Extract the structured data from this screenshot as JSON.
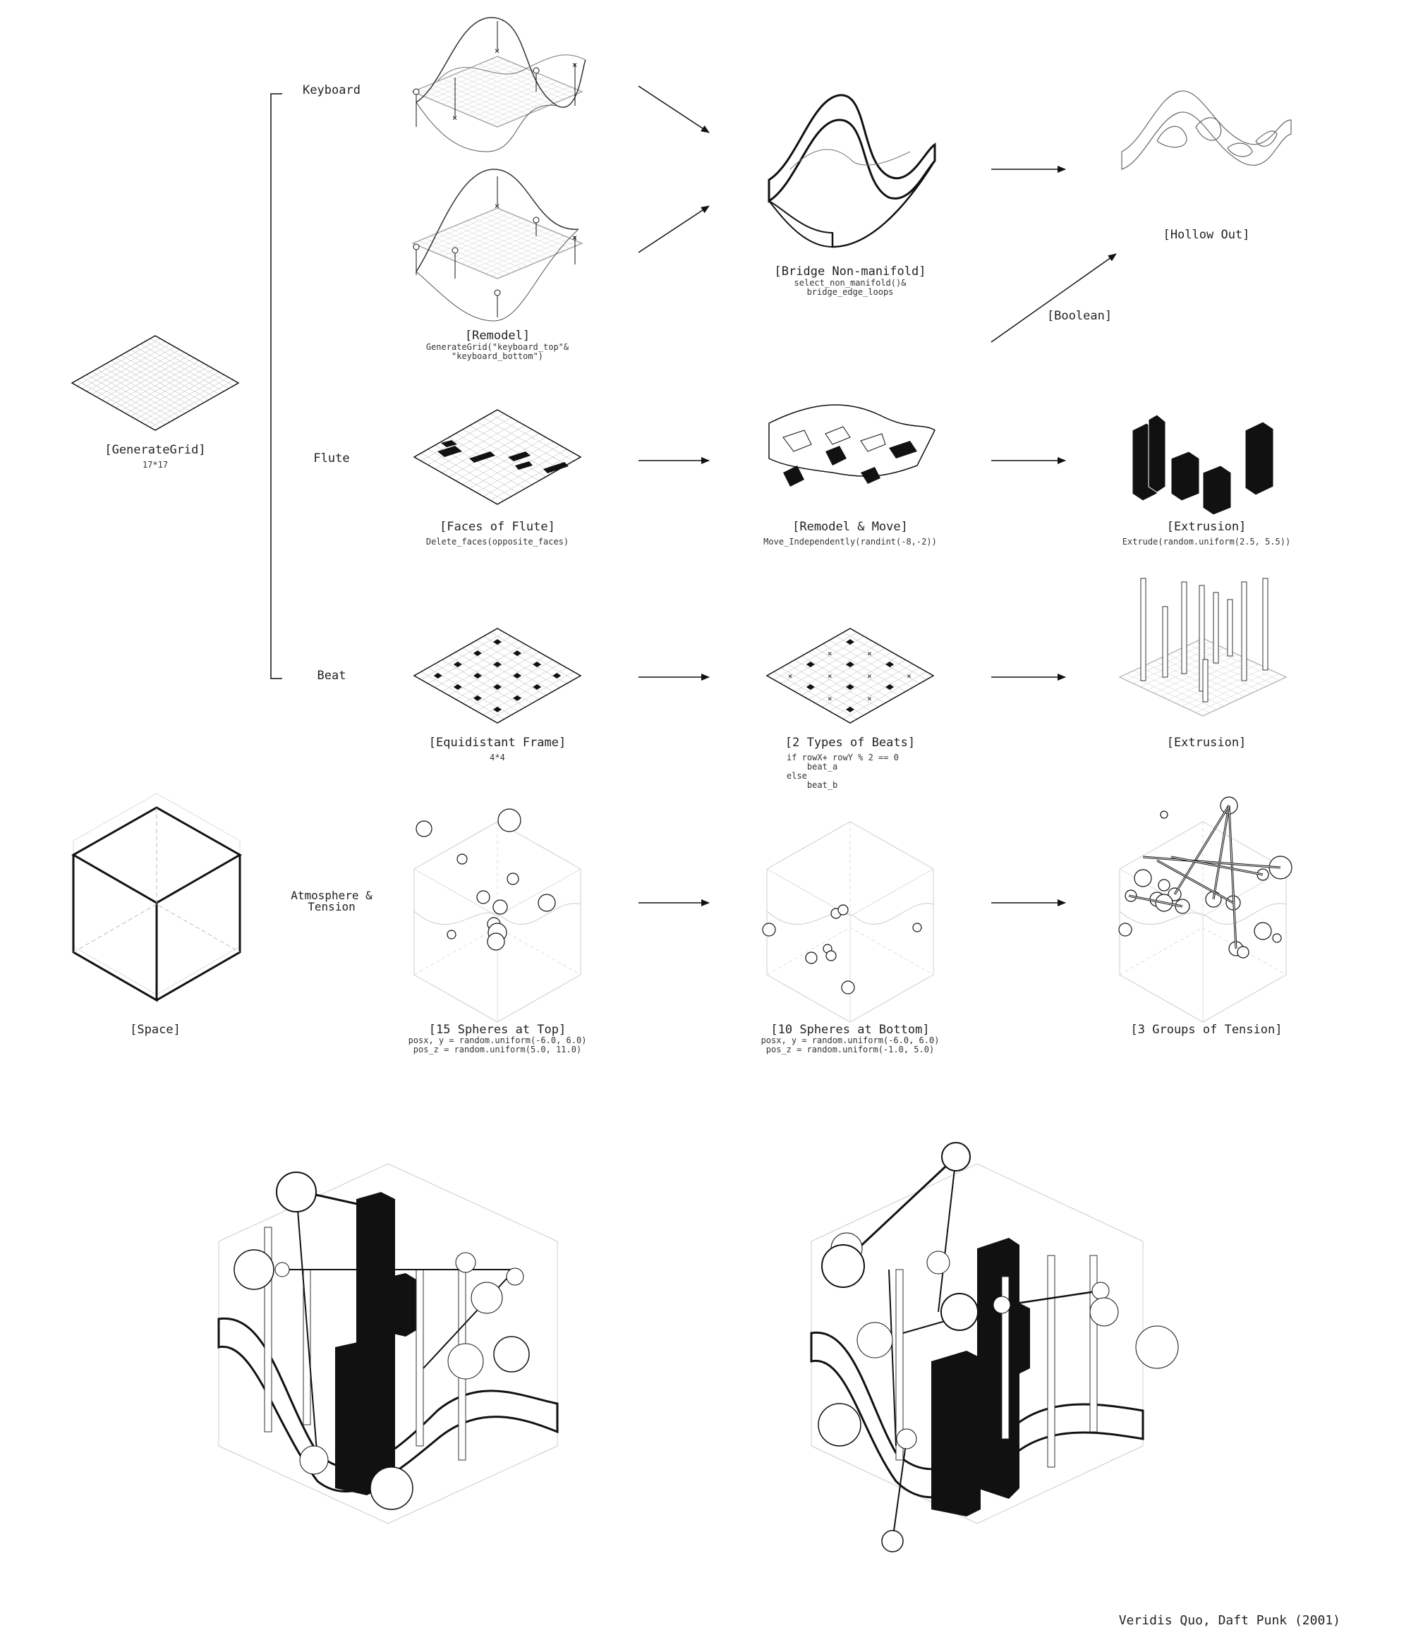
{
  "rows": {
    "keyboard": "Keyboard",
    "flute": "Flute",
    "beat": "Beat",
    "atmosphere": "Atmosphere &\nTension"
  },
  "steps": {
    "generate_grid": {
      "title": "[GenerateGrid]",
      "code": "17*17"
    },
    "remodel": {
      "title": "[Remodel]",
      "code": "GenerateGrid(\"keyboard_top\"&\n\"keyboard_bottom\")"
    },
    "bridge": {
      "title": "[Bridge Non-manifold]",
      "code": "select_non_manifold()&\nbridge_edge_loops"
    },
    "hollow": {
      "title": "[Hollow Out]"
    },
    "boolean": {
      "title": "[Boolean]"
    },
    "faces_flute": {
      "title": "[Faces of Flute]",
      "code": "Delete_faces(opposite_faces)"
    },
    "remodel_move": {
      "title": "[Remodel & Move]",
      "code": "Move_Independently(randint(-8,-2))"
    },
    "extrusion_flute": {
      "title": "[Extrusion]",
      "code": "Extrude(random.uniform(2.5, 5.5))"
    },
    "equidistant": {
      "title": "[Equidistant Frame]",
      "code": "4*4"
    },
    "two_beats": {
      "title": "[2 Types of Beats]",
      "code": "if rowX+ rowY % 2 == 0\n    beat_a\nelse\n    beat_b"
    },
    "extrusion_beat": {
      "title": "[Extrusion]"
    },
    "space": {
      "title": "[Space]"
    },
    "spheres_top": {
      "title": "[15 Spheres at Top]",
      "code": "posx, y = random.uniform(-6.0, 6.0)\npos_z = random.uniform(5.0, 11.0)"
    },
    "spheres_bottom": {
      "title": "[10 Spheres at Bottom]",
      "code": "posx, y = random.uniform(-6.0, 6.0)\npos_z = random.uniform(-1.0, 5.0)"
    },
    "tension": {
      "title": "[3 Groups of Tension]"
    }
  },
  "credit": "Veridis Quo, Daft Punk (2001)",
  "colors": {
    "ink": "#111111",
    "fine": "#999999",
    "grid": "#cccccc"
  }
}
